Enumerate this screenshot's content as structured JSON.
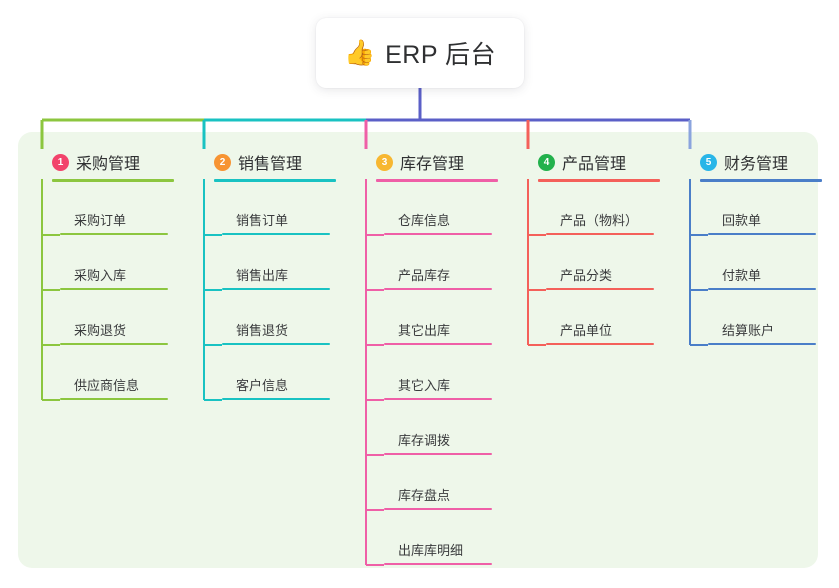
{
  "root": {
    "emoji": "👍",
    "emoji_name": "thumbs-up-icon",
    "title": "ERP 后台"
  },
  "colors": {
    "panel_bg": "#eef7ea",
    "page_bg": "#ffffff",
    "root_connector": "#5b5fc7",
    "text": "#2f3032"
  },
  "branches": [
    {
      "index": "1",
      "title": "采购管理",
      "badge_color": "#f2436b",
      "rule_color": "#8cc63f",
      "line_color": "#8cc63f",
      "items": [
        "采购订单",
        "采购入库",
        "采购退货",
        "供应商信息"
      ]
    },
    {
      "index": "2",
      "title": "销售管理",
      "badge_color": "#f79433",
      "rule_color": "#19c2c2",
      "line_color": "#19c2c2",
      "items": [
        "销售订单",
        "销售出库",
        "销售退货",
        "客户信息"
      ]
    },
    {
      "index": "3",
      "title": "库存管理",
      "badge_color": "#f7b731",
      "rule_color": "#ef5fa7",
      "line_color": "#ef5fa7",
      "items": [
        "仓库信息",
        "产品库存",
        "其它出库",
        "其它入库",
        "库存调拨",
        "库存盘点",
        "出库库明细"
      ]
    },
    {
      "index": "4",
      "title": "产品管理",
      "badge_color": "#22b14c",
      "rule_color": "#f4605a",
      "line_color": "#f4605a",
      "items": [
        "产品（物料）",
        "产品分类",
        "产品单位"
      ]
    },
    {
      "index": "5",
      "title": "财务管理",
      "badge_color": "#29b6e8",
      "rule_color": "#4a7ec8",
      "line_color": "#8ba4de",
      "items": [
        "回款单",
        "付款单",
        "结算账户"
      ]
    }
  ]
}
